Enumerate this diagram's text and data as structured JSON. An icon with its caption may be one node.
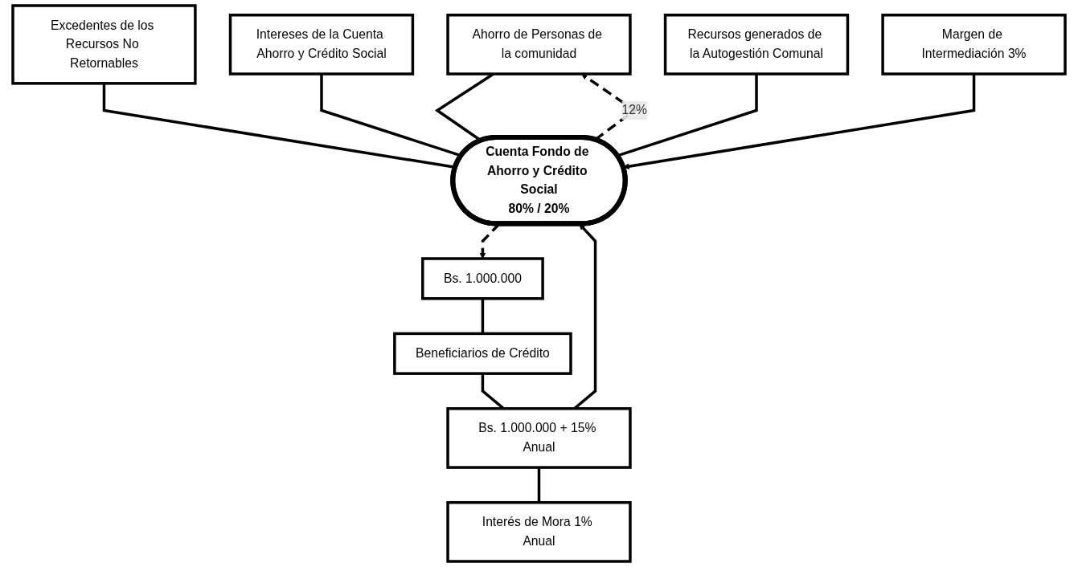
{
  "diagram": {
    "nodes": [
      {
        "text": [
          "Ahorro de Personas de la comunidad"
        ]
      },
      {
        "text": [
          "Excedentes de los Recursos No Retornables"
        ]
      },
      {
        "text": [
          "Intereses de la Cuenta Ahorro y Crédito Social"
        ]
      },
      {
        "text": [
          "Recursos generados de la Autogestión Comunal"
        ]
      },
      {
        "text": [
          "Cuenta Fondo de Ahorro y Crédito Social",
          "80% / 20%"
        ]
      },
      {
        "text": [
          "Margen de Intermediación 3%"
        ]
      },
      {
        "text": [
          "Bs. 1.000.000 + 15% Anual"
        ]
      },
      {
        "text": [
          "Beneficiarios de Crédito"
        ]
      },
      {
        "text": [
          "Bs. 1.000.000"
        ]
      },
      {
        "text": [
          "Interés de Mora 1% Anual"
        ]
      }
    ],
    "edges": [
      {
        "from": 0,
        "to": 4,
        "arrow": "none"
      },
      {
        "from": 1,
        "to": 4,
        "arrow": "none"
      },
      {
        "from": 2,
        "to": 4,
        "arrow": "none"
      },
      {
        "from": 3,
        "to": 4,
        "arrow": "none"
      },
      {
        "from": 5,
        "to": 4,
        "arrow": "to"
      },
      {
        "from": 4,
        "to": 0,
        "arrow": "to",
        "style": "dashed",
        "label": "12%"
      },
      {
        "from": 6,
        "to": 4,
        "arrow": "to"
      },
      {
        "from": 4,
        "to": 8,
        "arrow": "to",
        "style": "dashed"
      },
      {
        "from": 8,
        "to": 7,
        "arrow": "none"
      },
      {
        "from": 7,
        "to": 6,
        "arrow": "none"
      },
      {
        "from": 6,
        "to": 9,
        "arrow": "none"
      }
    ]
  }
}
